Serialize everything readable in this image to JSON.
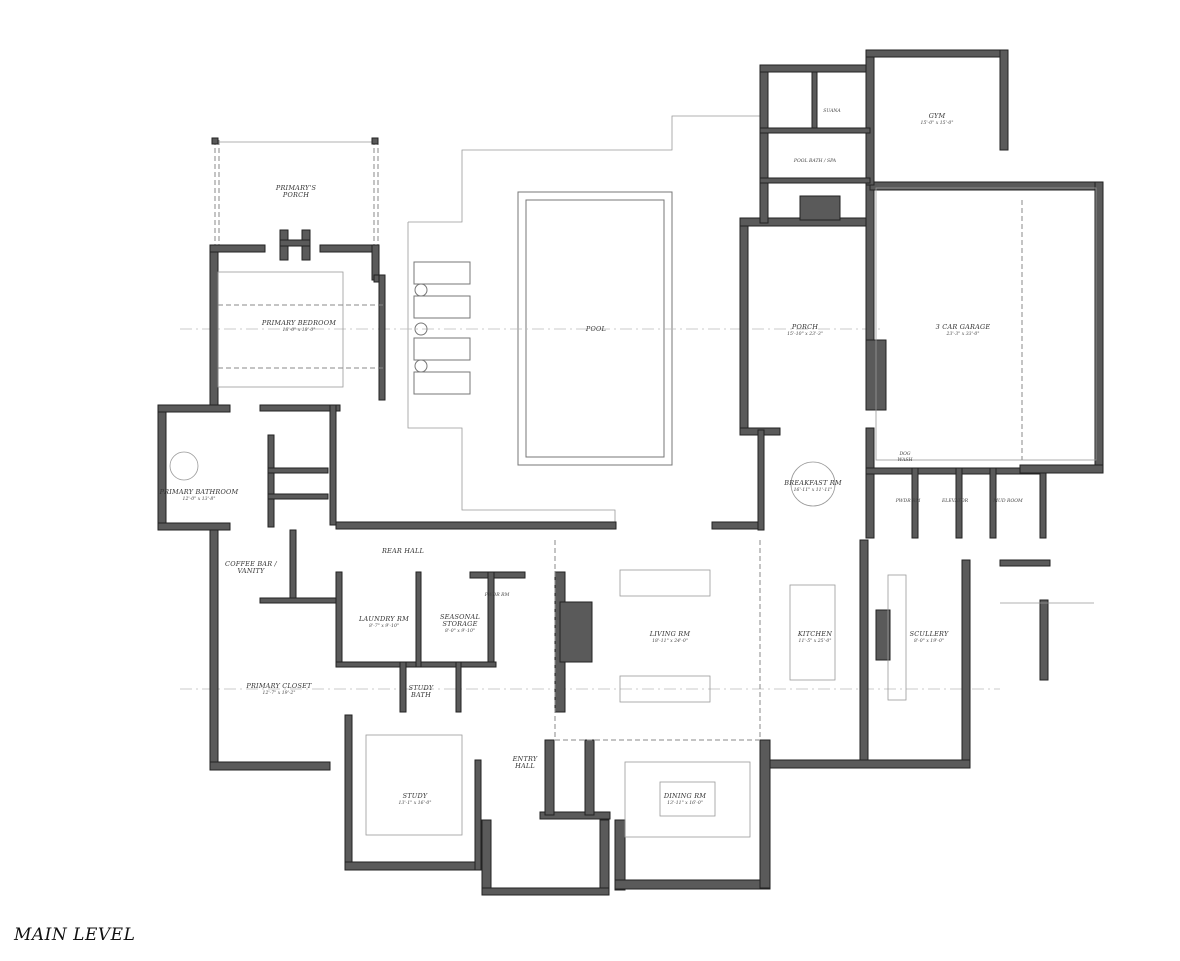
{
  "plan_title": "MAIN LEVEL",
  "rooms": {
    "primary_porch": {
      "name": "PRIMARY'S",
      "name2": "PORCH"
    },
    "primary_bedroom": {
      "name": "PRIMARY BEDROOM",
      "dims": "18'-0\" x 18'-0\""
    },
    "primary_bathroom": {
      "name": "PRIMARY BATHROOM",
      "dims": "12'-0\" x 13'-8\""
    },
    "coffee_bar": {
      "name": "COFFEE BAR /",
      "name2": "VANITY"
    },
    "primary_closet": {
      "name": "PRIMARY CLOSET",
      "dims": "12'-7\" x 19'-2\""
    },
    "laundry": {
      "name": "LAUNDRY RM",
      "dims": "8'-7\" x 9'-10\""
    },
    "seasonal_storage": {
      "name": "SEASONAL",
      "name2": "STORAGE",
      "dims": "8'-0\" x 9'-10\""
    },
    "pwdr_rm_west": {
      "name": "PWDR RM"
    },
    "study_bath": {
      "name": "STUDY",
      "name2": "BATH"
    },
    "study": {
      "name": "STUDY",
      "dims": "13'-1\" x 16'-0\""
    },
    "entry_hall": {
      "name": "ENTRY",
      "name2": "HALL"
    },
    "rear_hall": {
      "name": "REAR HALL"
    },
    "pool": {
      "name": "POOL"
    },
    "living": {
      "name": "LIVING RM",
      "dims": "18'-11\" x 24'-0\""
    },
    "dining": {
      "name": "DINING RM",
      "dims": "13'-11\" x 16'-0\""
    },
    "kitchen": {
      "name": "KITCHEN",
      "dims": "11'-5\" x 25'-0\""
    },
    "scullery": {
      "name": "SCULLERY",
      "dims": "8'-0\" x 19'-0\""
    },
    "porch": {
      "name": "PORCH",
      "dims": "15'-10\" x 23'-3\""
    },
    "breakfast": {
      "name": "BREAKFAST RM",
      "dims": "16'-11\" x 11'-11\""
    },
    "pwdr_rm_east": {
      "name": "PWDR RM"
    },
    "elevator": {
      "name": "ELEVATOR"
    },
    "mud_room": {
      "name": "MUD ROOM"
    },
    "dog_wash": {
      "name": "DOG",
      "name2": "WASH"
    },
    "garage": {
      "name": "3 CAR GARAGE",
      "dims": "23'-3\" x 33'-0\""
    },
    "gym": {
      "name": "GYM",
      "dims": "15'-0\" x 15'-0\""
    },
    "sauna": {
      "name": "SUANA"
    },
    "pool_bath": {
      "name": "POOL BATH / SPA"
    }
  }
}
